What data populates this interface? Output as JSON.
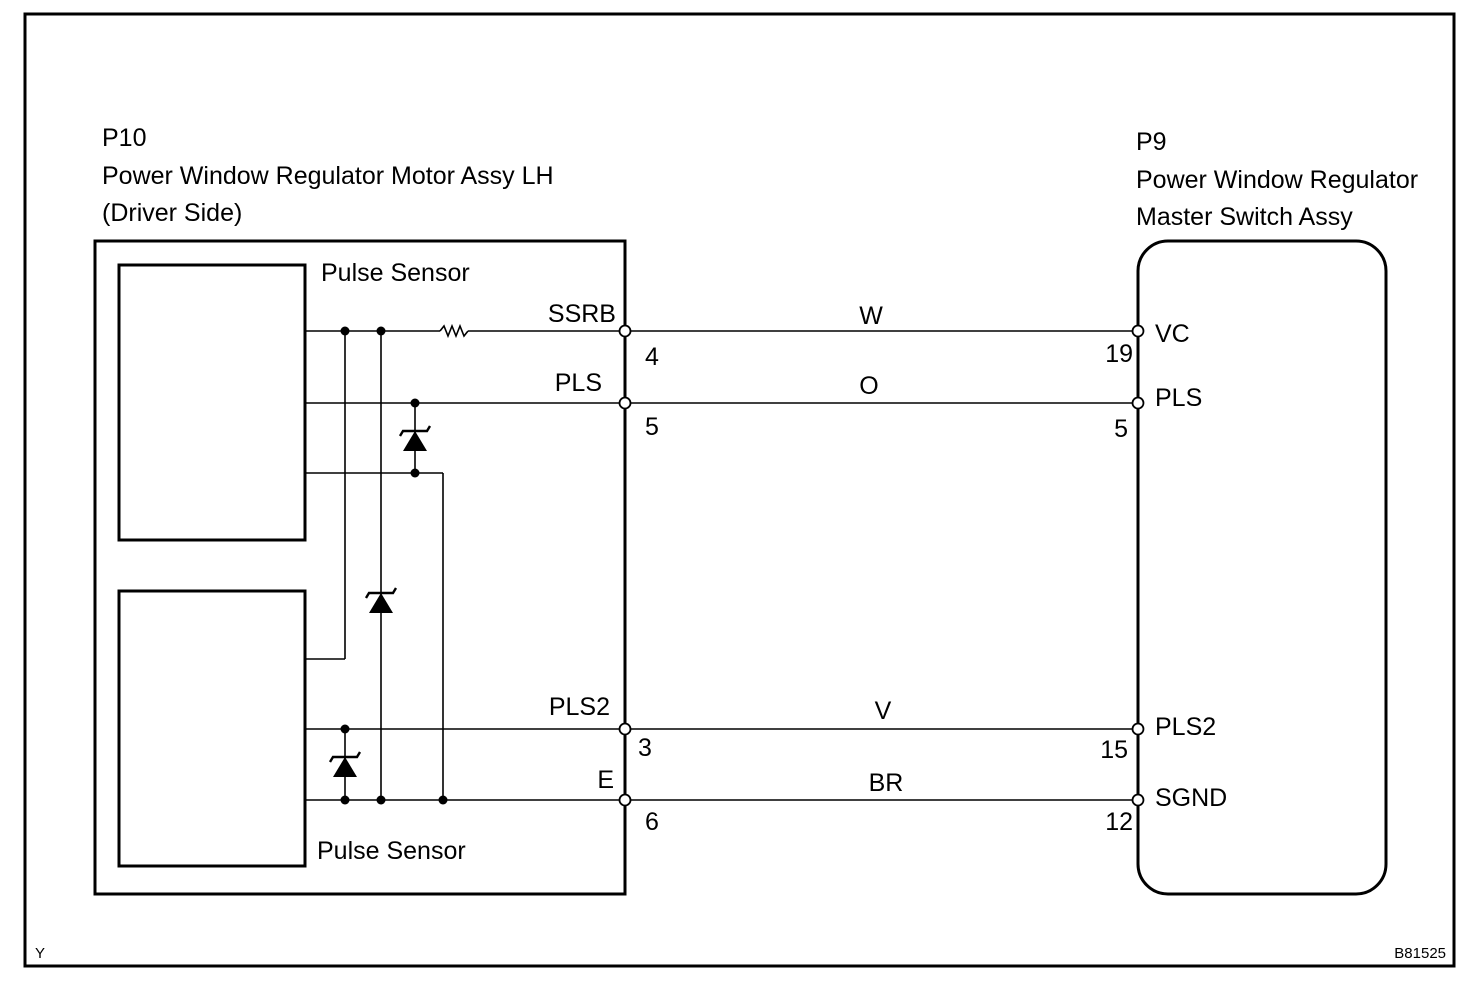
{
  "left_component": {
    "code": "P10",
    "name": "Power Window Regulator Motor Assy LH",
    "side": "(Driver Side)",
    "sensor_top": "Pulse Sensor",
    "sensor_bottom": "Pulse Sensor",
    "pins": [
      {
        "name": "SSRB",
        "number": "4"
      },
      {
        "name": "PLS",
        "number": "5"
      },
      {
        "name": "PLS2",
        "number": "3"
      },
      {
        "name": "E",
        "number": "6"
      }
    ]
  },
  "right_component": {
    "code": "P9",
    "name_line1": "Power Window Regulator",
    "name_line2": "Master Switch Assy",
    "pins": [
      {
        "name": "VC",
        "number": "19"
      },
      {
        "name": "PLS",
        "number": "5"
      },
      {
        "name": "PLS2",
        "number": "15"
      },
      {
        "name": "SGND",
        "number": "12"
      }
    ]
  },
  "wires": [
    {
      "color": "W"
    },
    {
      "color": "O"
    },
    {
      "color": "V"
    },
    {
      "color": "BR"
    }
  ],
  "footer": {
    "left_code": "Y",
    "figure_id": "B81525"
  }
}
